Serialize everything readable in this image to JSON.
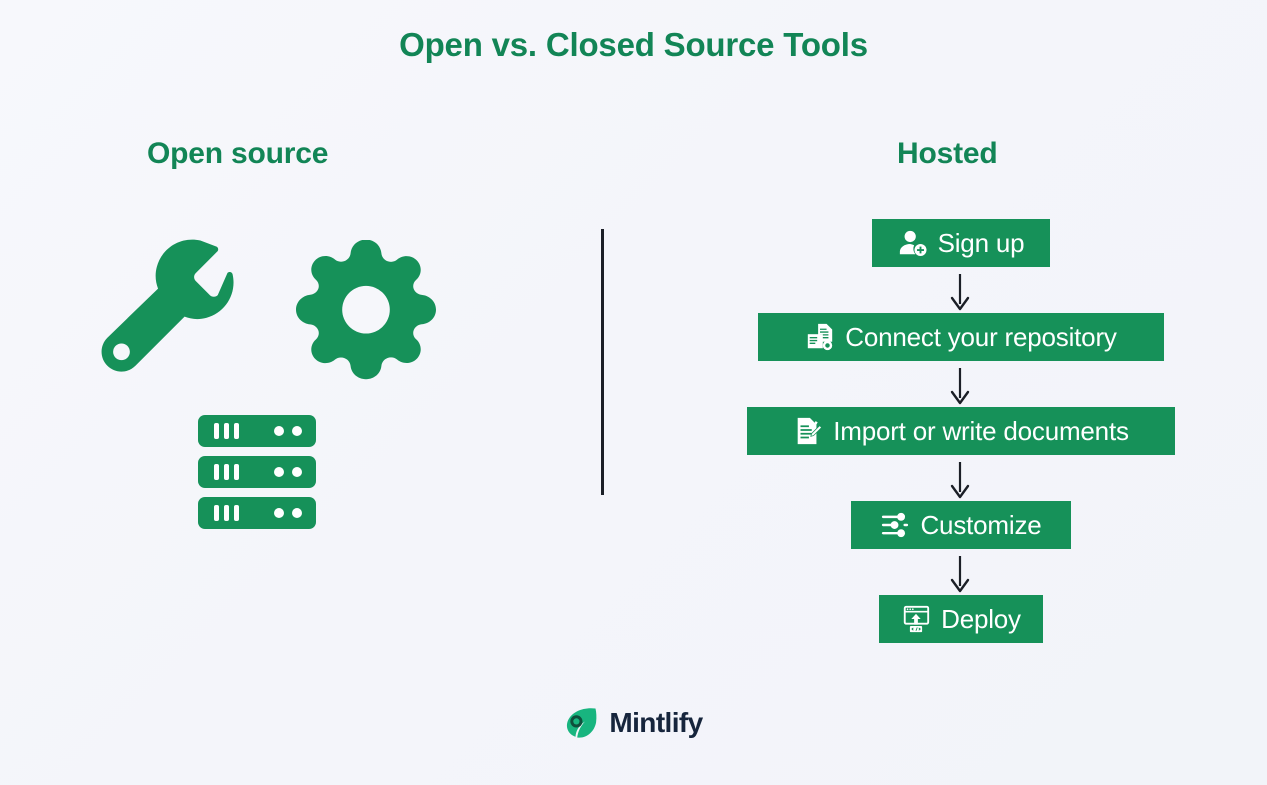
{
  "page": {
    "title": "Open vs. Closed Source Tools",
    "background_color": "#f5f6fb",
    "accent_green": "#169159",
    "title_green": "#128556"
  },
  "columns": {
    "left": {
      "heading": "Open source",
      "icons": [
        "wrench-icon",
        "gear-icon",
        "server-stack-icon"
      ],
      "server_units": 3
    },
    "right": {
      "heading": "Hosted",
      "steps": [
        {
          "label": "Sign up",
          "icon": "user-add-icon"
        },
        {
          "label": "Connect your repository",
          "icon": "documents-stack-icon"
        },
        {
          "label": "Import or write documents",
          "icon": "document-edit-icon"
        },
        {
          "label": "Customize",
          "icon": "sliders-icon"
        },
        {
          "label": "Deploy",
          "icon": "browser-upload-icon"
        }
      ],
      "arrows": [
        "arrow-down-icon",
        "arrow-down-icon",
        "arrow-down-icon",
        "arrow-down-icon"
      ]
    }
  },
  "divider": {
    "orientation": "vertical",
    "color": "#1b1f27"
  },
  "footer": {
    "brand": "Mintlify",
    "mark": "mintlify-leaf-icon",
    "wordmark_color": "#16253c"
  }
}
